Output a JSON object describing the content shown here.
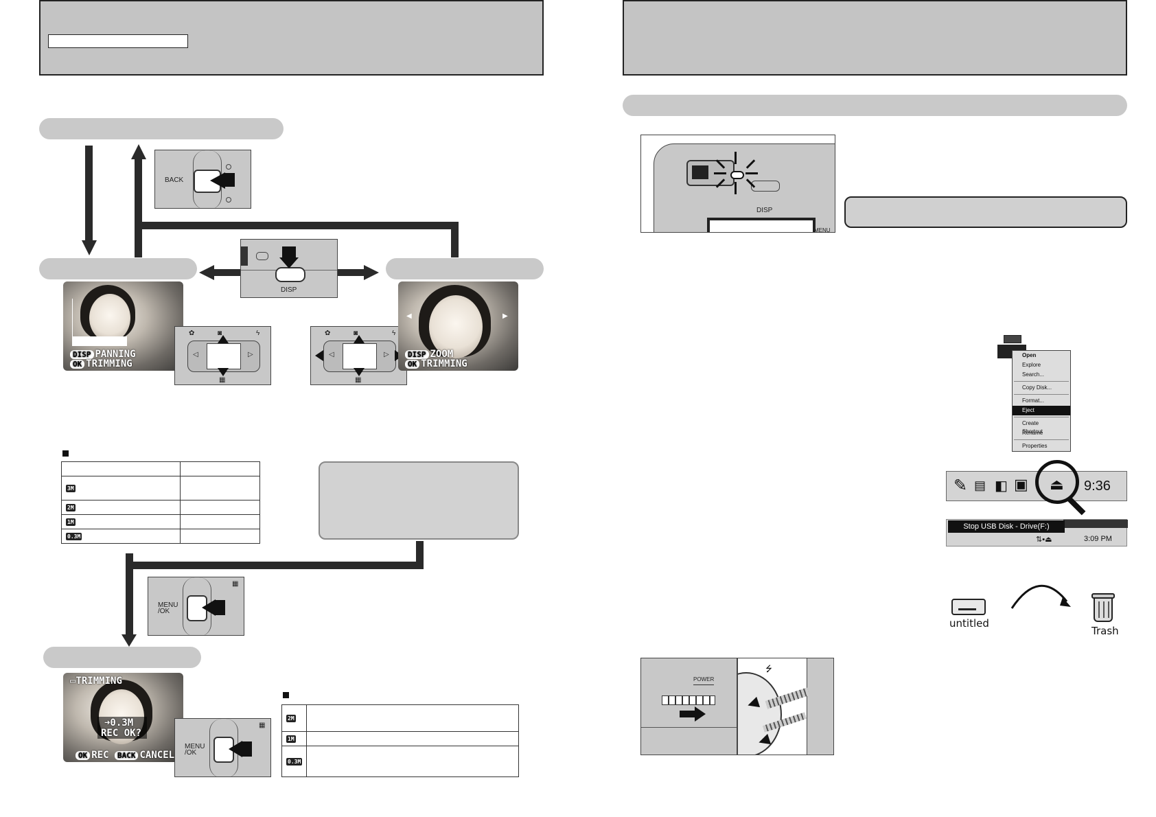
{
  "left_page": {
    "camera_labels": {
      "back": "BACK",
      "disp": "DISP",
      "menu_ok": "MENU\n/OK"
    },
    "screen_panning": {
      "line1_badge": "DISP",
      "line1_text": "PANNING",
      "line2_badge": "OK",
      "line2_text": "TRIMMING"
    },
    "screen_zoom": {
      "line1_badge": "DISP",
      "line1_text": "ZOOM",
      "line2_badge": "OK",
      "line2_text": "TRIMMING"
    },
    "screen_trimming": {
      "title": "TRIMMING",
      "center_line1": "➜0.3M",
      "center_line2": "REC OK?",
      "bottom_ok_badge": "OK",
      "bottom_ok_text": "REC",
      "bottom_back_badge": "BACK",
      "bottom_back_text": "CANCEL"
    },
    "table1_badges": [
      "3M",
      "2M",
      "1M",
      "0.3M"
    ],
    "table2_badges": [
      "2M",
      "1M",
      "0.3M"
    ]
  },
  "right_page": {
    "camera_labels": {
      "disp": "DISP",
      "menu": "MENU",
      "power": "POWER"
    },
    "context_menu": {
      "items": [
        "Open",
        "Explore",
        "Search...",
        "Copy Disk...",
        "Format...",
        "Eject",
        "Create Shortcut",
        "Rename",
        "Properties"
      ],
      "selected": "Eject"
    },
    "taskbar": {
      "clock": "9:36",
      "tooltip": "Stop USB Disk - Drive(F:)",
      "clock2": "3:09 PM"
    },
    "mac": {
      "disk_label": "untitled",
      "trash_label": "Trash"
    }
  }
}
